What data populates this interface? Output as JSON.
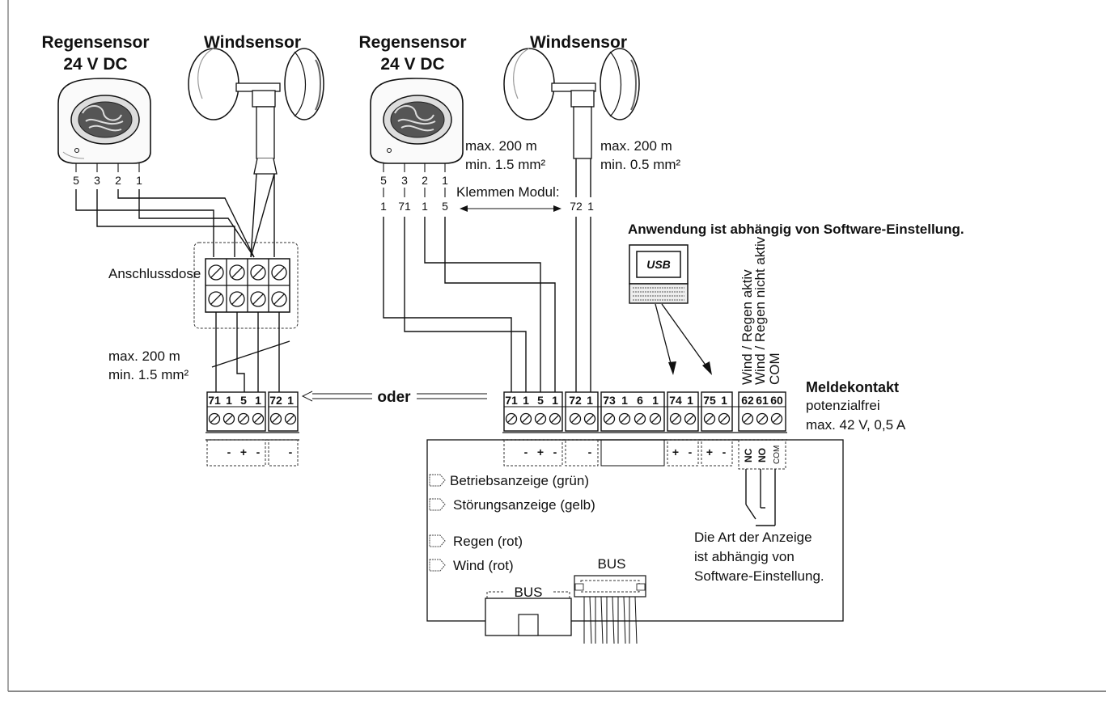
{
  "left_rain_title": "Regensensor",
  "left_rain_voltage": "24 V DC",
  "left_wind_title": "Windsensor",
  "right_rain_title": "Regensensor",
  "right_rain_voltage": "24 V DC",
  "right_wind_title": "Windsensor",
  "left_rain_wires": [
    "5",
    "3",
    "2",
    "1"
  ],
  "right_rain_wires": [
    "5",
    "3",
    "2",
    "1"
  ],
  "module_terminal_numbers": [
    "1",
    "71",
    "1",
    "5"
  ],
  "wind_terminal_numbers": [
    "72",
    "1"
  ],
  "klemmen_label": "Klemmen Modul:",
  "rain_cable_len": "max. 200 m",
  "rain_cable_cross": "min. 1.5 mm²",
  "wind_cable_len": "max. 200 m",
  "wind_cable_cross": "min. 0.5 mm²",
  "anschlussdose_label": "Anschlussdose",
  "left_cable_len": "max. 200 m",
  "left_cable_cross": "min. 1.5 mm²",
  "oder_label": "oder",
  "software_heading": "Anwendung ist abhängig von Software-Einstellung.",
  "usb_label": "USB",
  "relay_labels": [
    "Wind / Regen aktiv",
    "Wind / Regen nicht aktiv",
    "COM"
  ],
  "meldekontakt_title": "Meldekontakt",
  "meldekontakt_desc": "potenzialfrei",
  "meldekontakt_rating": "max. 42 V, 0,5 A",
  "left_block_a": [
    "71",
    "1",
    "5",
    "1"
  ],
  "left_block_b": [
    "72",
    "1"
  ],
  "left_sign_a": [
    "-",
    "+",
    "-"
  ],
  "left_sign_b": [
    "-"
  ],
  "right_block_1": [
    "71",
    "1",
    "5",
    "1"
  ],
  "right_block_2": [
    "72",
    "1"
  ],
  "right_block_3": [
    "73",
    "1",
    "6",
    "1"
  ],
  "right_block_4": [
    "74",
    "1"
  ],
  "right_block_5": [
    "75",
    "1"
  ],
  "right_block_6": [
    "62",
    "61",
    "60"
  ],
  "right_sign_1": [
    "-",
    "+",
    "-"
  ],
  "right_sign_2": [
    "-"
  ],
  "right_sign_4": [
    "+",
    "-"
  ],
  "right_sign_5": [
    "+",
    "-"
  ],
  "relay_contacts": [
    "NC",
    "NO",
    "COM"
  ],
  "leds": [
    "Betriebsanzeige (grün)",
    "Störungsanzeige (gelb)",
    "Regen (rot)",
    "Wind (rot)"
  ],
  "display_note": [
    "Die Art der Anzeige",
    "ist abhängig von",
    "Software-Einstellung."
  ],
  "bus_labels": [
    "BUS",
    "BUS"
  ]
}
